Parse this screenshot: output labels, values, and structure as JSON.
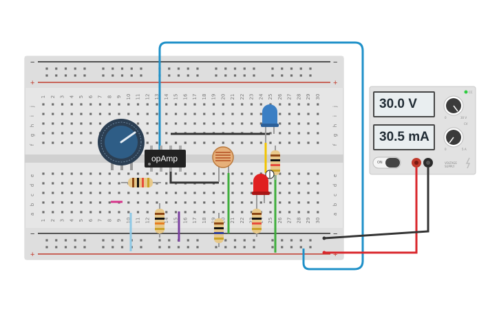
{
  "breadboard": {
    "rail_minus": "−",
    "rail_plus": "+",
    "columns": [
      "1",
      "2",
      "3",
      "4",
      "5",
      "6",
      "7",
      "8",
      "9",
      "10",
      "11",
      "12",
      "13",
      "14",
      "15",
      "16",
      "17",
      "18",
      "19",
      "20",
      "21",
      "22",
      "23",
      "24",
      "25",
      "26",
      "27",
      "28",
      "29",
      "30"
    ],
    "rows_top": [
      "j",
      "i",
      "h",
      "g",
      "f"
    ],
    "rows_bottom": [
      "e",
      "d",
      "c",
      "b",
      "a"
    ]
  },
  "chip": {
    "label": "opAmp"
  },
  "power_supply": {
    "voltage_display": "30.0 V",
    "current_display": "30.5 mA",
    "on_label": "ON",
    "cc_label": "CC",
    "cv_label": "CV",
    "voltage_min": "0",
    "voltage_max": "30 V",
    "current_min": "0",
    "current_max": "5 A",
    "model_label": "VOLTAGE SUPPLY",
    "indicator_color": "#2ecc40"
  },
  "colors": {
    "wire_blue": "#1e90c8",
    "wire_black": "#333333",
    "wire_red": "#d9262b",
    "wire_green": "#3fae3c",
    "wire_yellow": "#f2c400",
    "wire_purple": "#7a3fa0",
    "wire_lightblue": "#8fc9e6",
    "wire_pink": "#d6338a",
    "led_blue": "#3b7fc4",
    "led_red": "#e02020",
    "breadboard": "#e4e4e4",
    "resistor_body": "#e8c98a",
    "knob": "#2e5d86"
  }
}
